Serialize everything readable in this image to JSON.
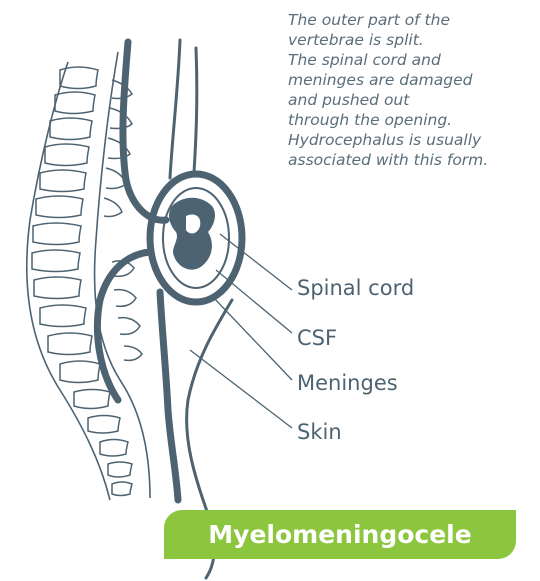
{
  "description": {
    "lines": [
      "The outer part of the",
      "vertebrae is split.",
      "The spinal cord and",
      "meninges are damaged",
      "and pushed out",
      "through the opening.",
      "Hydrocephalus is usually",
      "associated with this form."
    ]
  },
  "labels": {
    "spinal_cord": "Spinal cord",
    "csf": "CSF",
    "meninges": "Meninges",
    "skin": "Skin"
  },
  "title": "Myelomeningocele",
  "colors": {
    "ink": "#4d6372",
    "title_bg": "#8cc63f",
    "title_text": "#ffffff",
    "description_text": "#5a6e7a"
  }
}
